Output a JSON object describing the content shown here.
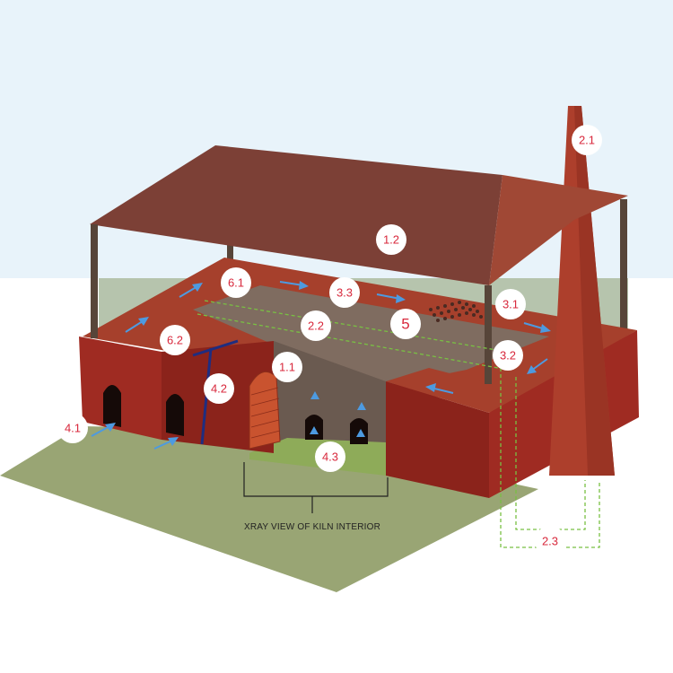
{
  "diagram": {
    "caption": "XRAY VIEW OF KILN INTERIOR",
    "labels": {
      "l_1_1": "1.1",
      "l_1_2": "1.2",
      "l_2_1": "2.1",
      "l_2_2": "2.2",
      "l_2_3": "2.3",
      "l_3_1": "3.1",
      "l_3_2": "3.2",
      "l_3_3": "3.3",
      "l_4_1": "4.1",
      "l_4_2": "4.2",
      "l_4_3": "4.3",
      "l_5": "5",
      "l_6_1": "6.1",
      "l_6_2": "6.2"
    },
    "colors": {
      "sky": "#e8f3fa",
      "ground": "#99a574",
      "back_ground": "#b6c4ad",
      "roof": "#7c4036",
      "roof_side": "#a04835",
      "brick": "#9f2b22",
      "brick_dark": "#8b231b",
      "kiln_top": "#a6402c",
      "interior": "#7f6c60",
      "chimney": "#ad3f2c",
      "post": "#574539",
      "arrow": "#4d9ae0",
      "dashed": "#79c043",
      "label_text": "#d8283c",
      "blue_pipe": "#1f2d80"
    }
  }
}
